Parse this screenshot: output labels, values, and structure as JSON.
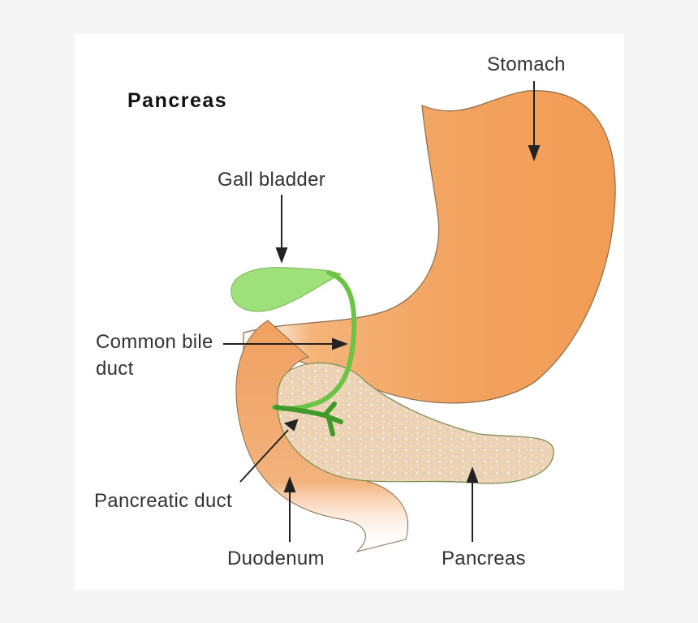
{
  "title": "Pancreas",
  "labels": {
    "stomach": "Stomach",
    "gall_bladder": "Gall bladder",
    "common_bile_duct_line1": "Common bile",
    "common_bile_duct_line2": "duct",
    "pancreatic_duct": "Pancreatic duct",
    "duodenum": "Duodenum",
    "pancreas": "Pancreas"
  },
  "colors": {
    "background": "#f5f5f5",
    "card": "#ffffff",
    "stomach": "#f2a25e",
    "duodenum": "#f0a060",
    "pancreas": "#ecd2b5",
    "gall_bladder": "#9ee07a",
    "bile_duct": "#6cc444",
    "pancreatic_duct": "#3f9a2a",
    "text": "#333333",
    "arrow": "#222222"
  }
}
